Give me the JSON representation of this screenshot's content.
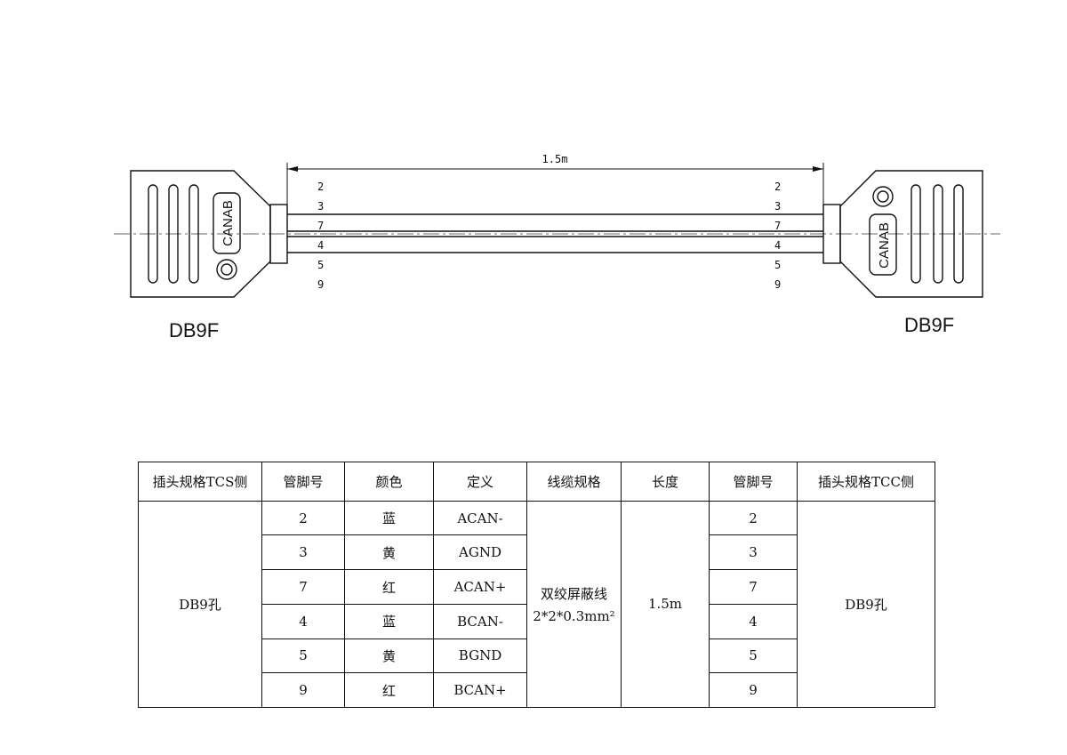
{
  "drawing": {
    "length_label": "1.5m",
    "left_connector": {
      "label": "DB9F",
      "inner_label": "CANAB"
    },
    "right_connector": {
      "label": "DB9F",
      "inner_label": "CANAB"
    },
    "pin_labels": [
      "2",
      "3",
      "7",
      "4",
      "5",
      "9"
    ]
  },
  "table": {
    "headers": [
      "插头规格TCS侧",
      "管脚号",
      "颜色",
      "定义",
      "线缆规格",
      "长度",
      "管脚号",
      "插头规格TCC侧"
    ],
    "left_plug": "DB9孔",
    "right_plug": "DB9孔",
    "cable_spec_line1": "双绞屏蔽线",
    "cable_spec_line2": "2*2*0.3mm²",
    "length": "1.5m",
    "rows": [
      {
        "pin": "2",
        "color": "蓝",
        "definition": "ACAN-",
        "pin_right": "2"
      },
      {
        "pin": "3",
        "color": "黄",
        "definition": "AGND",
        "pin_right": "3"
      },
      {
        "pin": "7",
        "color": "红",
        "definition": "ACAN+",
        "pin_right": "7"
      },
      {
        "pin": "4",
        "color": "蓝",
        "definition": "BCAN-",
        "pin_right": "4"
      },
      {
        "pin": "5",
        "color": "黄",
        "definition": "BGND",
        "pin_right": "5"
      },
      {
        "pin": "9",
        "color": "红",
        "definition": "BCAN+",
        "pin_right": "9"
      }
    ]
  }
}
